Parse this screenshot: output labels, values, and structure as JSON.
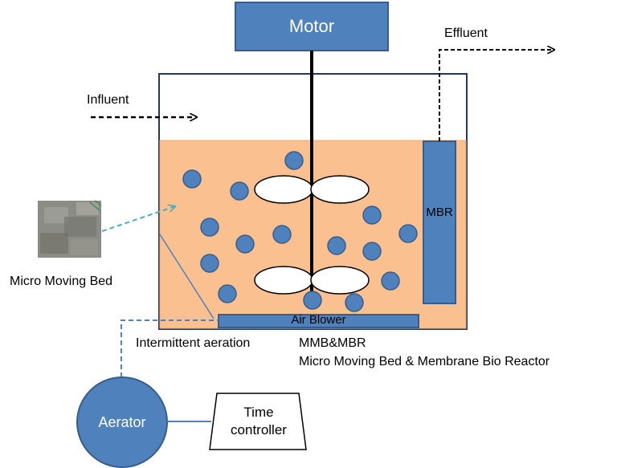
{
  "labels": {
    "motor": "Motor",
    "effluent": "Effluent",
    "influent": "Influent",
    "mbr": "MBR",
    "micro_moving_bed": "Micro Moving Bed",
    "air_blower": "Air Blower",
    "intermittent_aeration": "Intermittent aeration",
    "mmb_mbr": "MMB&MBR",
    "full_name": "Micro Moving Bed & Membrane Bio Reactor",
    "aerator": "Aerator",
    "time_controller_line1": "Time",
    "time_controller_line2": "controller"
  },
  "colors": {
    "component_blue": "#4f81bd",
    "component_border": "#385d8a",
    "liquid": "#fac090",
    "pipe_dash": "#4f81bd",
    "sample_arrow": "#4bacc6"
  }
}
